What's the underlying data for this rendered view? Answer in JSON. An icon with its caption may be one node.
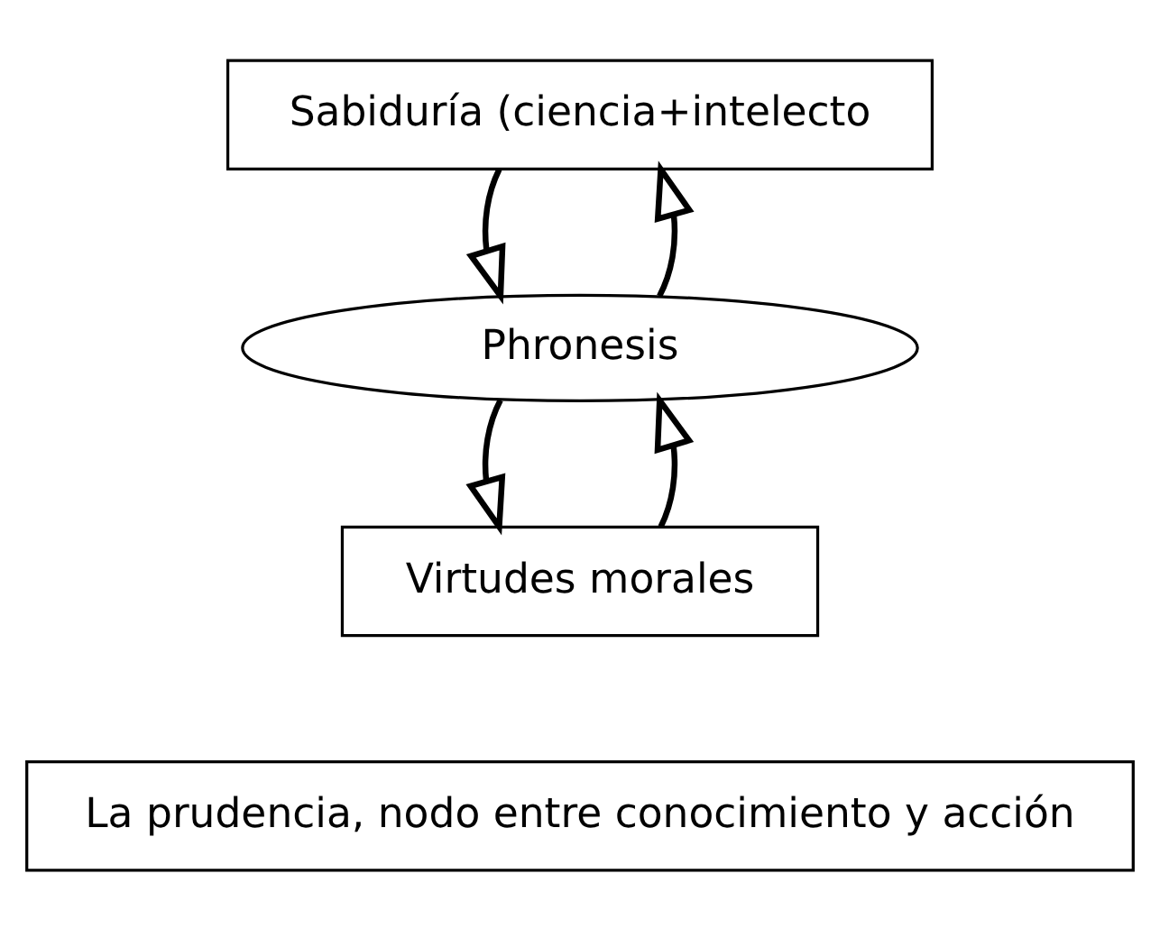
{
  "diagram": {
    "nodes": [
      {
        "text": [
          "Sabiduría (ciencia+intelecto"
        ]
      },
      {
        "text": [
          "Phronesis"
        ]
      },
      {
        "text": [
          "Virtudes morales"
        ]
      },
      {
        "text": [
          "La prudencia, nodo entre conocimiento y acción"
        ]
      }
    ],
    "edges": [
      {
        "from": 0,
        "to": 1,
        "arrow": "to"
      },
      {
        "from": 1,
        "to": 0,
        "arrow": "to"
      },
      {
        "from": 1,
        "to": 2,
        "arrow": "to"
      },
      {
        "from": 2,
        "to": 1,
        "arrow": "to"
      }
    ]
  }
}
